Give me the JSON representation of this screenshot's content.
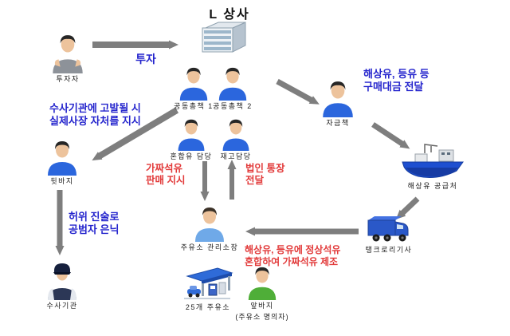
{
  "diagram": {
    "title": "L 상사",
    "colors": {
      "blue_text": "#2525cd",
      "red_text": "#e23a3a",
      "arrow": "#7e7e7e",
      "blue_shirt": "#2b66dd",
      "light_blue_shirt": "#6fa9e8",
      "green_shirt": "#4fae38",
      "gray_shirt": "#8d9299",
      "police_uniform": "#2c3756"
    },
    "nodes": {
      "investor": {
        "label": "투자자",
        "icon": "person-icon"
      },
      "company": {
        "icon": "building-icon"
      },
      "boss1": {
        "label": "공동총책 1",
        "icon": "person-icon"
      },
      "boss2": {
        "label": "공동총책 2",
        "icon": "person-icon"
      },
      "mixer": {
        "label": "혼합유 담당",
        "icon": "person-icon"
      },
      "stock": {
        "label": "재고담당",
        "icon": "person-icon"
      },
      "money": {
        "label": "자금책",
        "icon": "person-icon"
      },
      "rear": {
        "label": "뒷바지",
        "icon": "person-icon"
      },
      "police": {
        "label": "수사기관",
        "icon": "police-officer-icon"
      },
      "manager": {
        "label": "주유소 관리소장",
        "icon": "person-icon"
      },
      "stations": {
        "label": "25개 주유소",
        "icon": "gas-station-icon"
      },
      "front": {
        "label": "앞바지",
        "sublabel": "(주유소 명의자)",
        "icon": "person-icon"
      },
      "ship": {
        "label": "해상유 공급처",
        "icon": "ship-icon"
      },
      "truck": {
        "label": "탱크로리기사",
        "icon": "truck-icon"
      }
    },
    "notes": {
      "invest": "투자",
      "instruct_ceo": "수사기관에 고발될 시\n실제사장 자처를 지시",
      "hide_accomplice": "허위 진술로\n공범자 은닉",
      "purchase_money": "해상유, 등유 등\n구매대금 전달",
      "sell_fake": "가짜석유\n판매 지시",
      "bankbook": "법인 통장\n전달",
      "manufacture": "해상유, 등유에 정상석유\n혼합하여 가짜석유 제조"
    }
  }
}
